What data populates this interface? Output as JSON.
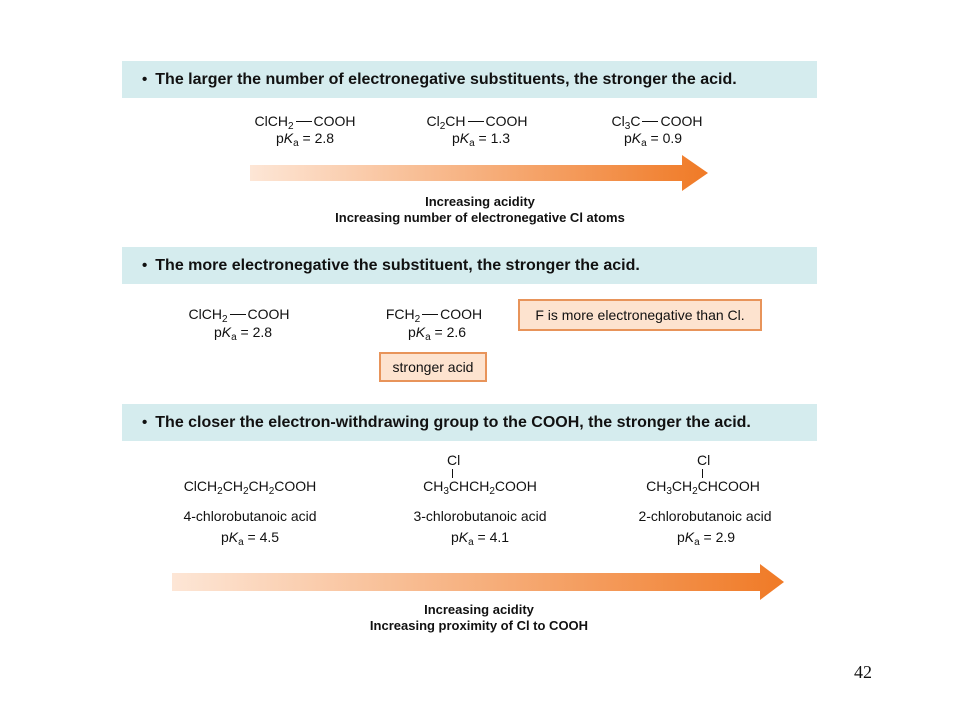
{
  "section1": {
    "bullet": "•",
    "heading": "The larger the number of electronegative substituents, the stronger the acid.",
    "acids": [
      {
        "formula_a": "ClCH",
        "sub_a": "2",
        "formula_b": "COOH",
        "pka_prefix": "p",
        "pka_k": "K",
        "pka_sub": "a",
        "pka_value": " = 2.8"
      },
      {
        "formula_a": "Cl",
        "sub_a": "2",
        "formula_mid": "CH",
        "formula_b": "COOH",
        "pka_prefix": "p",
        "pka_k": "K",
        "pka_sub": "a",
        "pka_value": " = 1.3"
      },
      {
        "formula_a": "Cl",
        "sub_a": "3",
        "formula_mid": "C",
        "formula_b": "COOH",
        "pka_prefix": "p",
        "pka_k": "K",
        "pka_sub": "a",
        "pka_value": " = 0.9"
      }
    ],
    "caption_line1": "Increasing acidity",
    "caption_line2": "Increasing number of electronegative Cl atoms"
  },
  "section2": {
    "bullet": "•",
    "heading": "The more electronegative the substituent, the stronger the acid.",
    "acids": [
      {
        "formula_a": "ClCH",
        "sub_a": "2",
        "formula_b": "COOH",
        "pka_prefix": "p",
        "pka_k": "K",
        "pka_sub": "a",
        "pka_value": " = 2.8"
      },
      {
        "formula_a": "FCH",
        "sub_a": "2",
        "formula_b": "COOH",
        "pka_prefix": "p",
        "pka_k": "K",
        "pka_sub": "a",
        "pka_value": " = 2.6"
      }
    ],
    "note": "F is more electronegative than Cl.",
    "stronger_label": "stronger acid"
  },
  "section3": {
    "bullet": "•",
    "heading": "The closer the electron-withdrawing group to the COOH, the stronger the acid.",
    "cl_label": "Cl",
    "acids": [
      {
        "f1": "ClCH",
        "s1": "2",
        "f2": "CH",
        "s2": "2",
        "f3": "CH",
        "s3": "2",
        "f4": "COOH",
        "name": "4-chlorobutanoic acid",
        "pka_prefix": "p",
        "pka_k": "K",
        "pka_sub": "a",
        "pka_value": " = 4.5"
      },
      {
        "f1": "CH",
        "s1": "3",
        "f2": "CHCH",
        "s2": "2",
        "f3": "COOH",
        "name": "3-chlorobutanoic acid",
        "pka_prefix": "p",
        "pka_k": "K",
        "pka_sub": "a",
        "pka_value": " = 4.1"
      },
      {
        "f1": "CH",
        "s1": "3",
        "f2": "CH",
        "s2": "2",
        "f3": "CHCOOH",
        "name": "2-chlorobutanoic acid",
        "pka_prefix": "p",
        "pka_k": "K",
        "pka_sub": "a",
        "pka_value": " = 2.9"
      }
    ],
    "caption_line1": "Increasing acidity",
    "caption_line2": "Increasing proximity of Cl to COOH"
  },
  "colors": {
    "banner": "#d5ecee",
    "arrow_start": "#fde6d6",
    "arrow_end": "#f07a26",
    "note_fill": "#fde3cf",
    "note_border": "#e8945a"
  },
  "page_number": "42"
}
